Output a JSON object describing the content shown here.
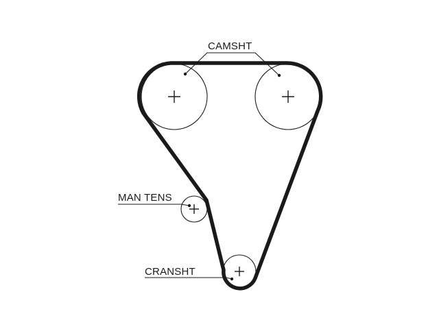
{
  "diagram": {
    "labels": {
      "camshaft": "CAMSHT",
      "manual_tensioner": "MAN TENS",
      "crankshaft": "CRANSHT"
    },
    "colors": {
      "background": "#ffffff",
      "ink": "#1a1a1a"
    }
  }
}
